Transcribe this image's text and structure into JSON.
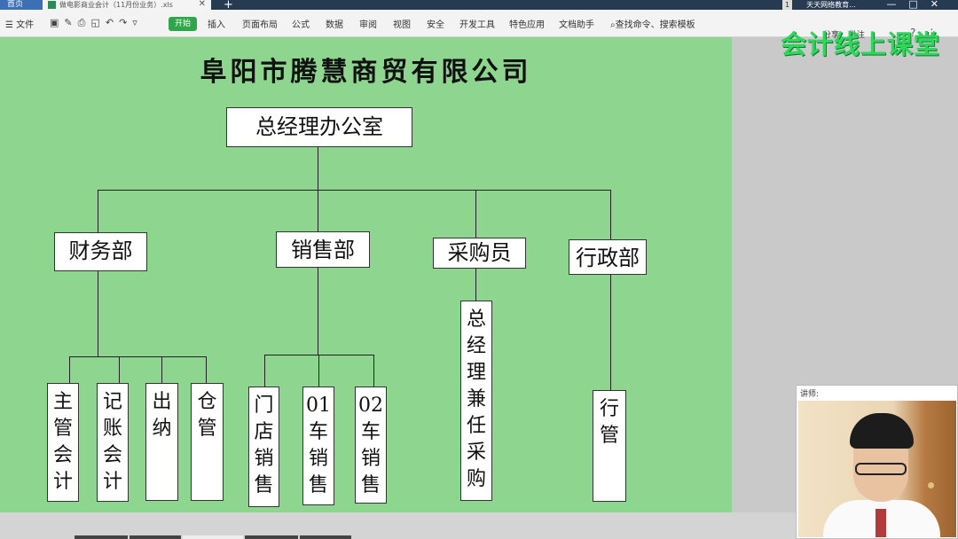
{
  "window": {
    "home_tab": "首页",
    "file_tab": "做电影商业会计（11月份业务）.xls",
    "tab_close": "✕",
    "new_tab": "+",
    "badge": "1",
    "account": "天天网络教育...",
    "controls": "—□✕"
  },
  "menu": {
    "toggle": "☰ 文件",
    "start": "开始",
    "items": [
      "插入",
      "页面布局",
      "公式",
      "数据",
      "审阅",
      "视图",
      "安全",
      "开发工具",
      "特色应用",
      "文档助手"
    ],
    "search": "查找命令、搜索模板",
    "share": "分享",
    "comment": "批注"
  },
  "watermark": "会计线上课堂",
  "slide": {
    "title": "阜阳市腾慧商贸有限公司",
    "root": "总经理办公室",
    "departments": {
      "finance": "财务部",
      "sales": "销售部",
      "purchase": "采购员",
      "admin": "行政部"
    },
    "roles": {
      "chief_accountant": "主管会计",
      "bookkeeper": "记账会计",
      "cashier": "出纳",
      "warehouse": "仓管",
      "store_sales": "门店销售",
      "car01_sales": "01车销售",
      "car02_sales": "02车销售",
      "purchase_role": "总经理兼任采购",
      "admin_role": "行管"
    }
  },
  "lecturer": {
    "label": "讲师:"
  },
  "colors": {
    "slide_bg": "#8ed68f",
    "watermark": "#2ed65a",
    "start_button": "#2ea64a",
    "tabstrip": "#263a52"
  }
}
